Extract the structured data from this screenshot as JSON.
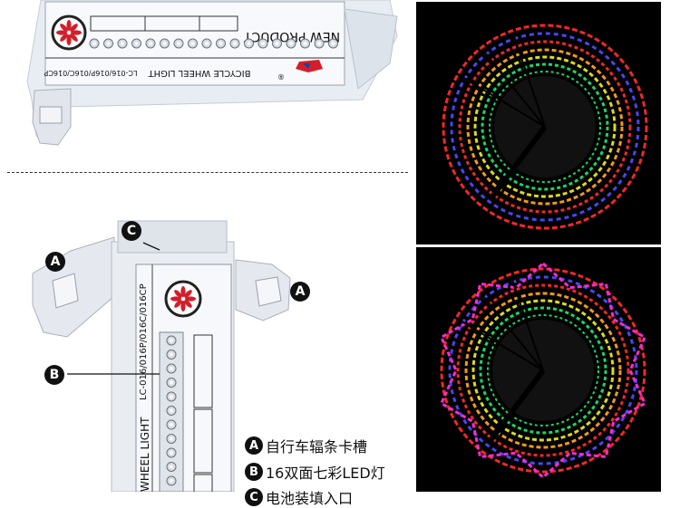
{
  "top_product": {
    "new_product": "NEW PRODUCT",
    "brand_line": "BICYCLE WHEEL LIGHT",
    "model_line": "LC-016/016P/016C/016CP",
    "registered": "®"
  },
  "vertical_product": {
    "model_line": "LC-016/016P/016C/016CP",
    "brand_line": "WHEEL LIGHT"
  },
  "callouts": {
    "a": "A",
    "b": "B",
    "c": "C"
  },
  "legend": [
    {
      "badge": "A",
      "text": "自行车辐条卡槽"
    },
    {
      "badge": "B",
      "text": "16双面七彩LED灯"
    },
    {
      "badge": "C",
      "text": "电池装填入口"
    }
  ],
  "colors": {
    "red": "#ff2a2a",
    "blue": "#4b4bff",
    "orange": "#ffa21a",
    "yellow": "#e8e81a",
    "green": "#19e36a",
    "magenta": "#ff2ad4"
  }
}
